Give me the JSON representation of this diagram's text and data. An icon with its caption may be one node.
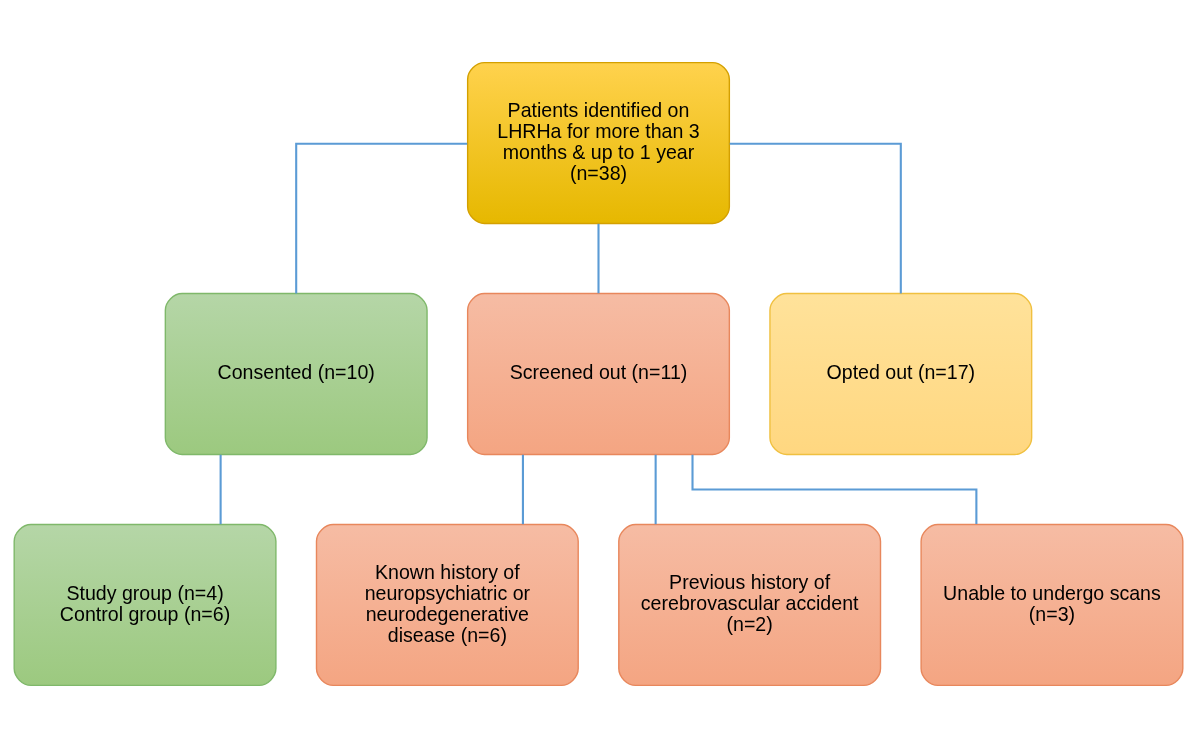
{
  "diagram": {
    "nodes": [
      {
        "text": [
          "Patients identified on LHRHa for more than 3 months & up to 1 year (n=38)"
        ]
      },
      {
        "text": [
          "Consented (n=10)"
        ]
      },
      {
        "text": [
          "Screened out (n=11)"
        ]
      },
      {
        "text": [
          "Opted out (n=17)"
        ]
      },
      {
        "text": [
          "Study group (n=4)",
          "Control group (n=6)"
        ]
      },
      {
        "text": [
          "Known history of neuropsychiatric or neurodegenerative disease (n=6)"
        ]
      },
      {
        "text": [
          "Previous history of cerebrovascular accident (n=2)"
        ]
      },
      {
        "text": [
          "Unable to undergo scans (n=3)"
        ]
      }
    ],
    "edges": [
      {
        "from": 0,
        "to": 1,
        "arrow": "none"
      },
      {
        "from": 0,
        "to": 2,
        "arrow": "none"
      },
      {
        "from": 0,
        "to": 3,
        "arrow": "none"
      },
      {
        "from": 1,
        "to": 4,
        "arrow": "none"
      },
      {
        "from": 2,
        "to": 5,
        "arrow": "none"
      },
      {
        "from": 2,
        "to": 6,
        "arrow": "none"
      },
      {
        "from": 2,
        "to": 7,
        "arrow": "none"
      }
    ]
  }
}
